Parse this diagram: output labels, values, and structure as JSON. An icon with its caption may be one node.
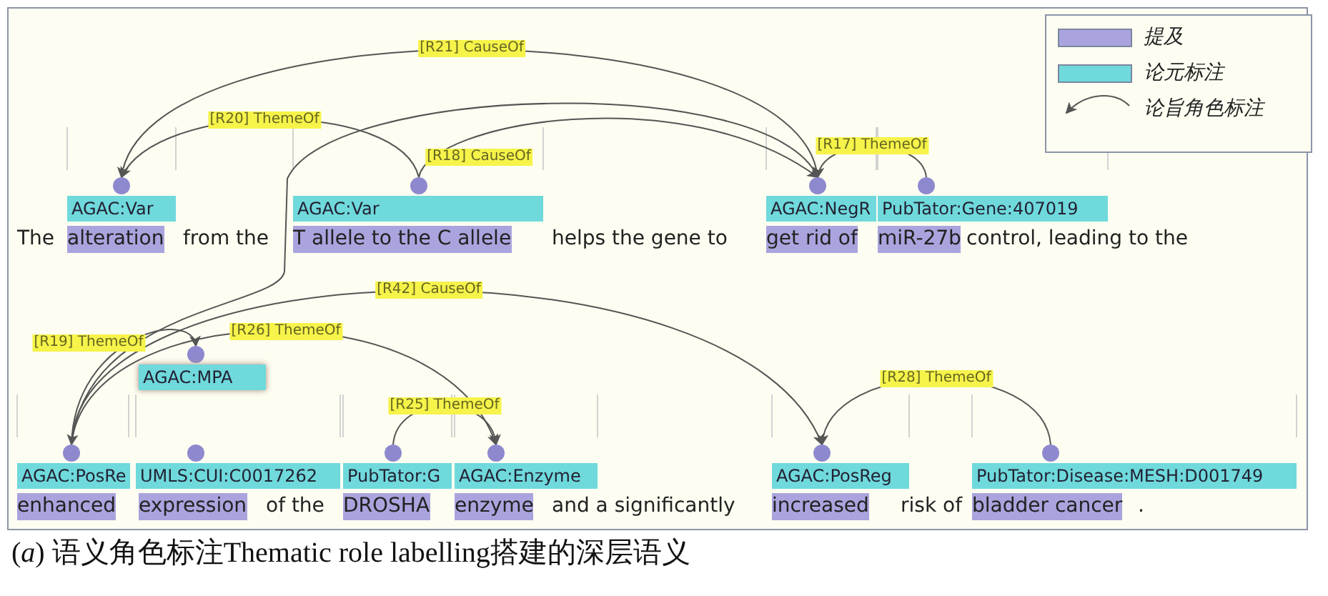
{
  "diagram": {
    "caption": "(*a*) 语义角色标注Thematic role labelling搭建的深层语义",
    "nodes": [
      {
        "text": [
          "AGAC:Var"
        ]
      },
      {
        "text": [
          "AGAC:Var"
        ]
      },
      {
        "text": [
          "AGAC:NegR"
        ]
      },
      {
        "text": [
          "PubTator:Gene:407019"
        ]
      },
      {
        "text": [
          "AGAC:MPA"
        ]
      },
      {
        "text": [
          "AGAC:PosRe"
        ]
      },
      {
        "text": [
          "UMLS:CUI:C0017262"
        ]
      },
      {
        "text": [
          "PubTator:G"
        ]
      },
      {
        "text": [
          "AGAC:Enzyme"
        ]
      },
      {
        "text": [
          "AGAC:PosReg"
        ]
      },
      {
        "text": [
          "PubTator:Disease:MESH:D001749"
        ]
      }
    ],
    "edges": [
      {
        "from": 2,
        "to": 0,
        "arrow": "to",
        "label": "[R21] CauseOf"
      },
      {
        "from": 1,
        "to": 0,
        "arrow": "to",
        "label": "[R20] ThemeOf"
      },
      {
        "from": 1,
        "to": 2,
        "arrow": "to",
        "label": "[R18] CauseOf"
      },
      {
        "from": 3,
        "to": 2,
        "arrow": "to",
        "label": "[R17] ThemeOf"
      },
      {
        "from": 2,
        "to": 5,
        "arrow": "to",
        "label": "[R19] ThemeOf"
      },
      {
        "from": 5,
        "to": 9,
        "arrow": "to",
        "label": "[R42] CauseOf"
      },
      {
        "from": 5,
        "to": 8,
        "arrow": "to",
        "label": "[R26] ThemeOf"
      },
      {
        "from": 5,
        "to": 4,
        "arrow": "to"
      },
      {
        "from": 7,
        "to": 8,
        "arrow": "to",
        "label": "[R25] ThemeOf"
      },
      {
        "from": 10,
        "to": 9,
        "arrow": "to",
        "label": "[R28] ThemeOf"
      }
    ],
    "labels": [
      "The",
      "alteration",
      "from the",
      "T allele to the C allele",
      "helps the gene to",
      "get rid of",
      "miR-27b",
      "control, leading to the",
      "enhanced",
      "expression",
      "of the",
      "DROSHA",
      "enzyme",
      "and a significantly",
      "increased",
      "risk of",
      "bladder cancer",
      "."
    ],
    "legend": [
      {
        "text": "提及",
        "color": "#aaa4de"
      },
      {
        "text": "论元标注",
        "color": "#6fd9dc"
      },
      {
        "text": "论旨角色标注"
      }
    ]
  }
}
